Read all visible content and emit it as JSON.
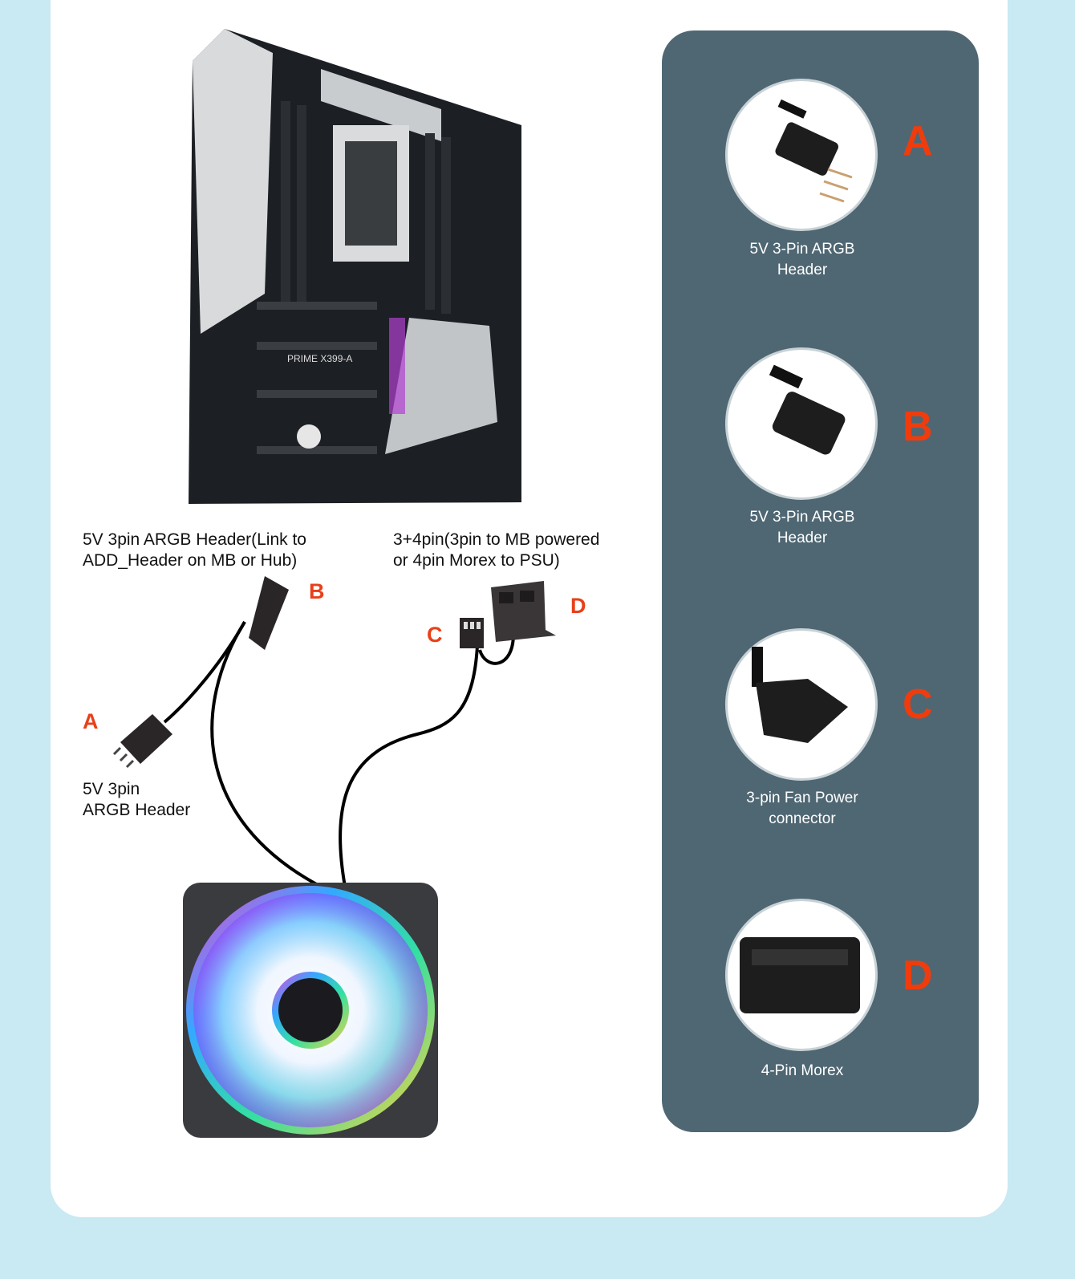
{
  "diagram": {
    "left_labels": {
      "argb_link": [
        "5V 3pin ARGB Header(Link to",
        "ADD_Header on MB or Hub)"
      ],
      "power": [
        "3+4pin(3pin to MB powered",
        "or 4pin Morex to PSU)"
      ],
      "argb_a": [
        "5V 3pin",
        "ARGB Header"
      ],
      "tags": {
        "a": "A",
        "b": "B",
        "c": "C",
        "d": "D"
      },
      "board_text": "PRIME X399-A"
    },
    "panel": {
      "items": [
        {
          "letter": "A",
          "label": [
            "5V 3-Pin ARGB",
            "Header"
          ],
          "icon": "argb-male-connector"
        },
        {
          "letter": "B",
          "label": [
            "5V 3-Pin ARGB",
            "Header"
          ],
          "icon": "argb-female-connector"
        },
        {
          "letter": "C",
          "label": [
            "3-pin Fan Power",
            "connector"
          ],
          "icon": "fan-3pin-connector"
        },
        {
          "letter": "D",
          "label": [
            "4-Pin Morex"
          ],
          "icon": "molex-connector"
        }
      ]
    },
    "colors": {
      "accent": "#f03c0c",
      "panel": "#4f6773",
      "background": "#c9e9f3"
    }
  }
}
